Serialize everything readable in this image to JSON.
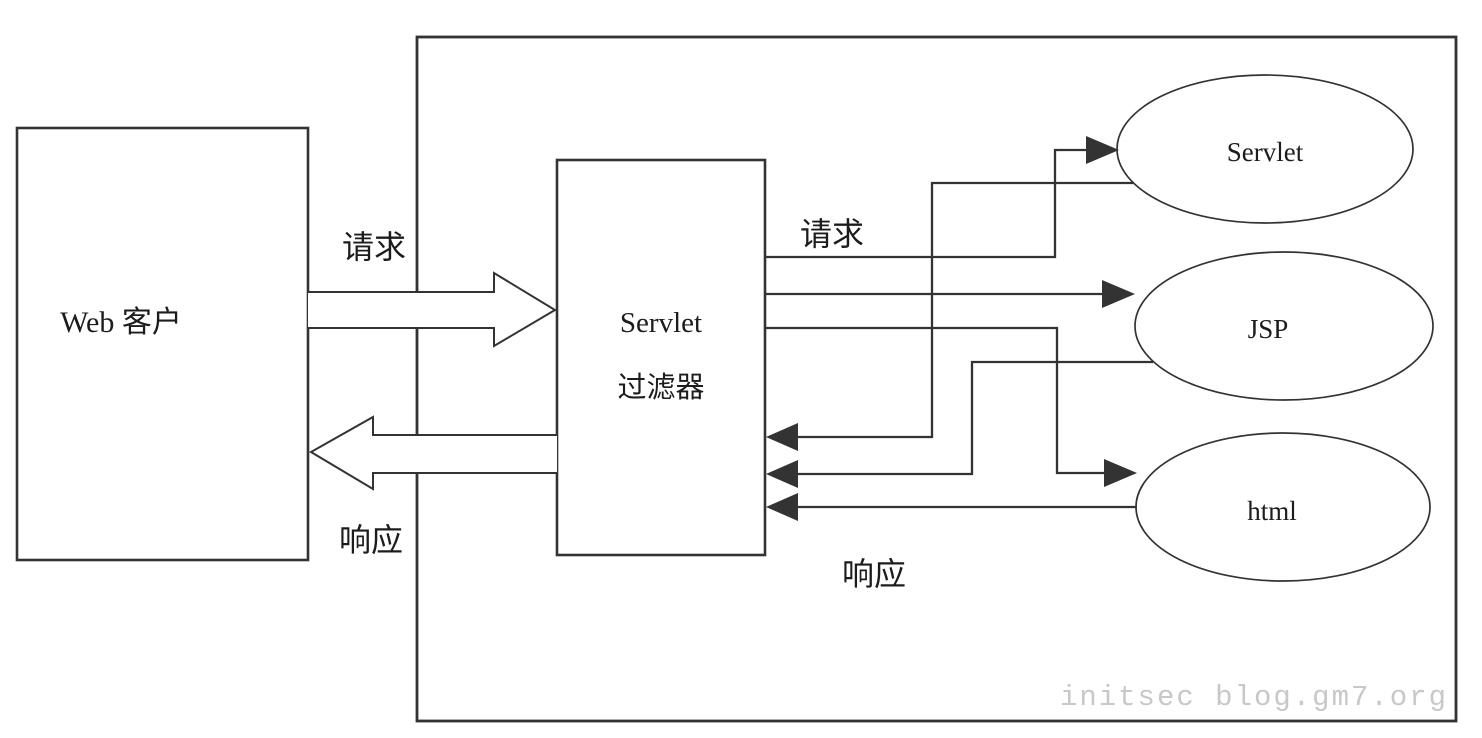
{
  "nodes": {
    "web_client": {
      "label": "Web 客户"
    },
    "servlet_filter": {
      "label_line1": "Servlet",
      "label_line2": "过滤器"
    },
    "servlet": {
      "label": "Servlet"
    },
    "jsp": {
      "label": "JSP"
    },
    "html": {
      "label": "html"
    }
  },
  "edge_labels": {
    "request_client_to_filter": "请求",
    "response_filter_to_client": "响应",
    "request_filter_to_targets": "请求",
    "response_targets_to_filter": "响应"
  },
  "watermark": "initsec blog.gm7.org",
  "colors": {
    "line": "#333333",
    "text": "#1c1c1c",
    "background": "#ffffff",
    "watermark": "#c8c8c8"
  }
}
